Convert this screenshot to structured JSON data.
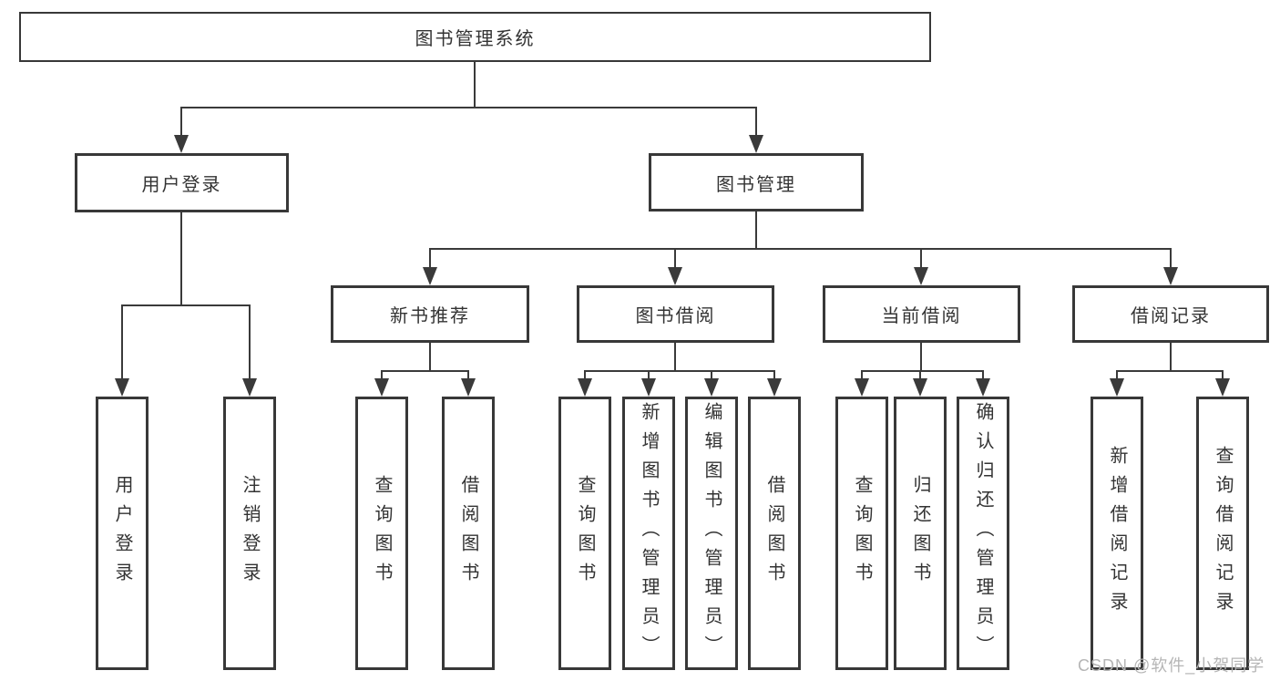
{
  "root": {
    "label": "图书管理系统"
  },
  "level2": {
    "user_login": {
      "label": "用户登录"
    },
    "book_mgmt": {
      "label": "图书管理"
    }
  },
  "level3": {
    "new_books": {
      "label": "新书推荐"
    },
    "book_borrow": {
      "label": "图书借阅"
    },
    "current_borrow": {
      "label": "当前借阅"
    },
    "borrow_records": {
      "label": "借阅记录"
    }
  },
  "leaves": {
    "user_login": [
      "用户登录",
      "注销登录"
    ],
    "new_books": [
      "查询图书",
      "借阅图书"
    ],
    "book_borrow": [
      "查询图书",
      "新增图书（管理员）",
      "编辑图书（管理员）",
      "借阅图书"
    ],
    "current_borrow": [
      "查询图书",
      "归还图书",
      "确认归还（管理员）"
    ],
    "borrow_records": [
      "新增借阅记录",
      "查询借阅记录"
    ]
  },
  "watermark": "CSDN @软件_小贺同学",
  "colors": {
    "line": "#3a3a3a",
    "border": "#383838",
    "text": "#333333",
    "watermark": "#b5b5b5",
    "background": "#ffffff"
  }
}
